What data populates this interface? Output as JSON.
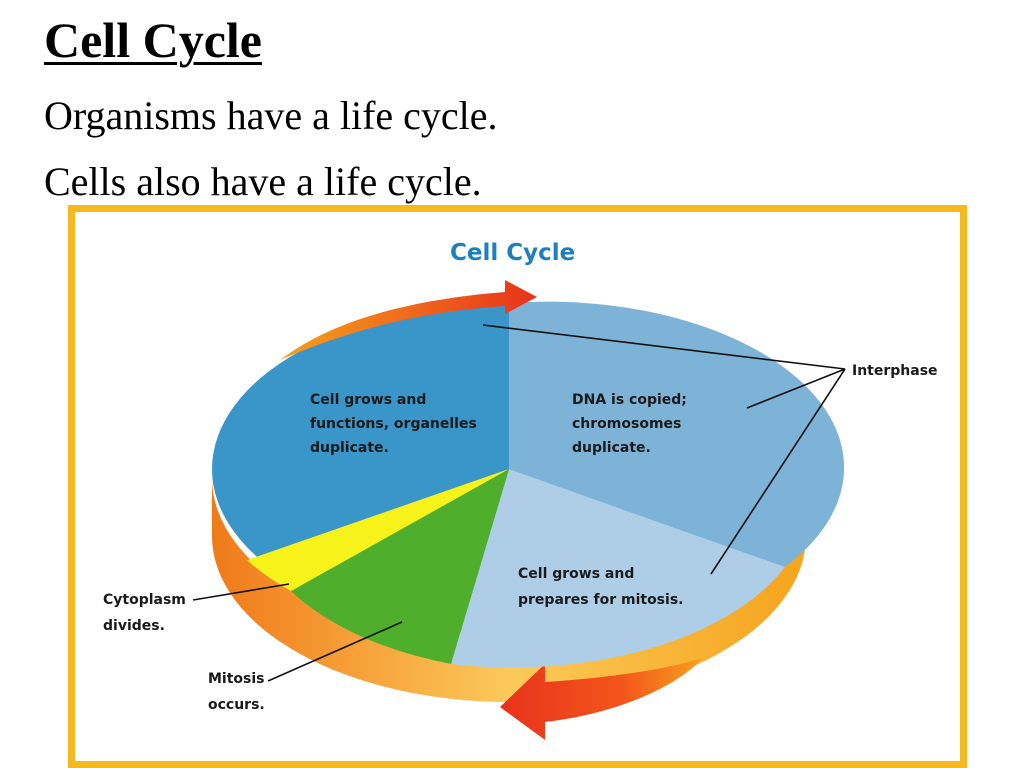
{
  "slide": {
    "title": "Cell Cycle",
    "lines": [
      "Organisms have a life cycle.",
      "Cells also have a life cycle."
    ]
  },
  "diagram": {
    "title": "Cell Cycle",
    "phases": {
      "g1": [
        "Cell grows and",
        "functions, organelles",
        "duplicate."
      ],
      "s": [
        "DNA is copied;",
        "chromosomes",
        "duplicate."
      ],
      "g2": [
        "Cell grows and",
        "prepares for mitosis."
      ],
      "cytokinesis": [
        "Cytoplasm",
        "divides."
      ],
      "mitosis": [
        "Mitosis",
        "occurs."
      ],
      "interphase": "Interphase"
    },
    "colors": {
      "frame": "#f5b81e",
      "title": "#1d7fc0",
      "g1": "#3a96c8",
      "s": "#7eb3d8",
      "g2": "#aecde6",
      "mitosis": "#4fae2c",
      "cytokinesis": "#f7f21a",
      "arrow": "#e8321c",
      "rim": "#f29a1e"
    }
  }
}
